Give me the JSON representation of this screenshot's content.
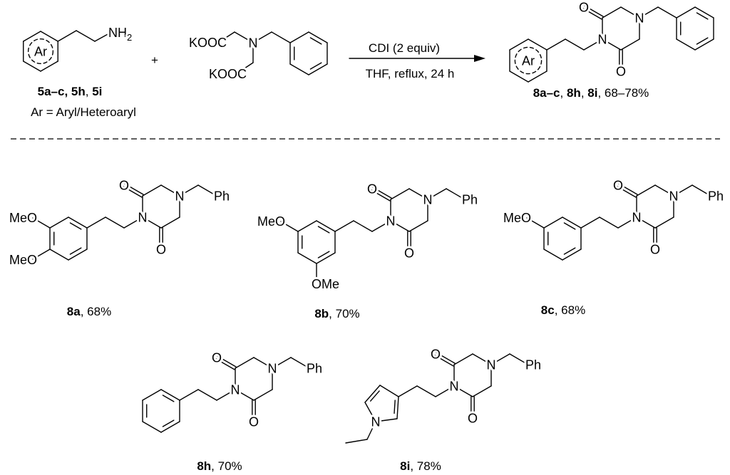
{
  "atoms": {
    "N": "N",
    "O": "O",
    "Ph": "Ph",
    "MeO": "MeO",
    "OMe": "OMe",
    "KOOC": "KOOC",
    "NH": "NH",
    "sub2": "2",
    "Ar": "Ar"
  },
  "reaction": {
    "plus": "+",
    "reagents": "CDI (2 equiv)",
    "conditions": "THF, reflux, 24 h"
  },
  "reactant_amine": {
    "label_parts": [
      {
        "t": "5a–c, 5h",
        "bold": true
      },
      {
        "t": ", ",
        "bold": false
      },
      {
        "t": "5i",
        "bold": true
      }
    ],
    "note": "Ar = Aryl/Heteroaryl"
  },
  "product_general": {
    "label_parts": [
      {
        "t": "8a–c",
        "bold": true
      },
      {
        "t": ", ",
        "bold": false
      },
      {
        "t": "8h",
        "bold": true
      },
      {
        "t": ", ",
        "bold": false
      },
      {
        "t": "8i",
        "bold": true
      },
      {
        "t": ", 68–78%",
        "bold": false
      }
    ]
  },
  "compounds": [
    {
      "id": "8a",
      "yield": ", 68%"
    },
    {
      "id": "8b",
      "yield": ", 70%"
    },
    {
      "id": "8c",
      "yield": ", 68%"
    },
    {
      "id": "8h",
      "yield": ", 70%"
    },
    {
      "id": "8i",
      "yield": ", 78%"
    }
  ]
}
